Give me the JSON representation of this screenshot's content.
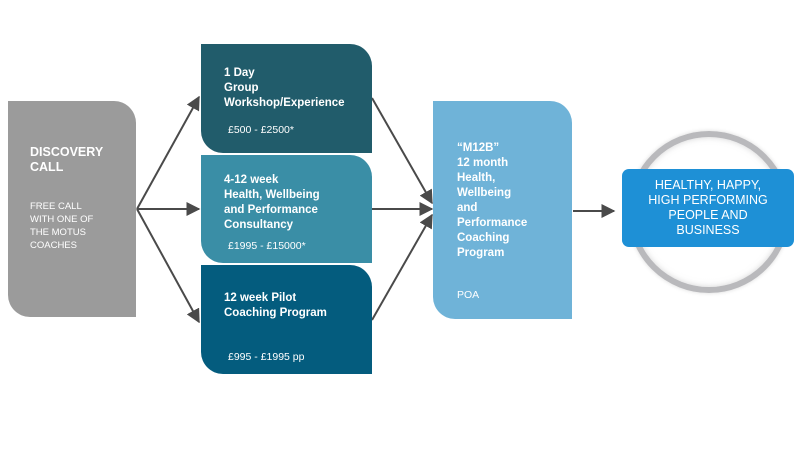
{
  "discovery": {
    "title": "DISCOVERY\nCALL",
    "subtitle": "FREE CALL\nWITH ONE OF\nTHE MOTUS\nCOACHES",
    "color": "#9b9b9b"
  },
  "options": [
    {
      "title": "1 Day\nGroup\nWorkshop/Experience",
      "price": "£500 - £2500*",
      "color": "#215c6b"
    },
    {
      "title": "4-12 week\nHealth, Wellbeing\nand Performance\nConsultancy",
      "price": "£1995 - £15000*",
      "color": "#3a8ea6"
    },
    {
      "title": "12 week Pilot\nCoaching Program",
      "price": "£995 - £1995 pp",
      "color": "#045c7e"
    }
  ],
  "program": {
    "title": "“M12B”\n12 month\nHealth,\nWellbeing\nand\nPerformance\nCoaching\nProgram",
    "price": "POA",
    "color": "#6fb3d8"
  },
  "result": {
    "text": "HEALTHY, HAPPY,\nHIGH PERFORMING\nPEOPLE AND\nBUSINESS",
    "color": "#1e90d6"
  },
  "arrow_color": "#4a4a4a"
}
